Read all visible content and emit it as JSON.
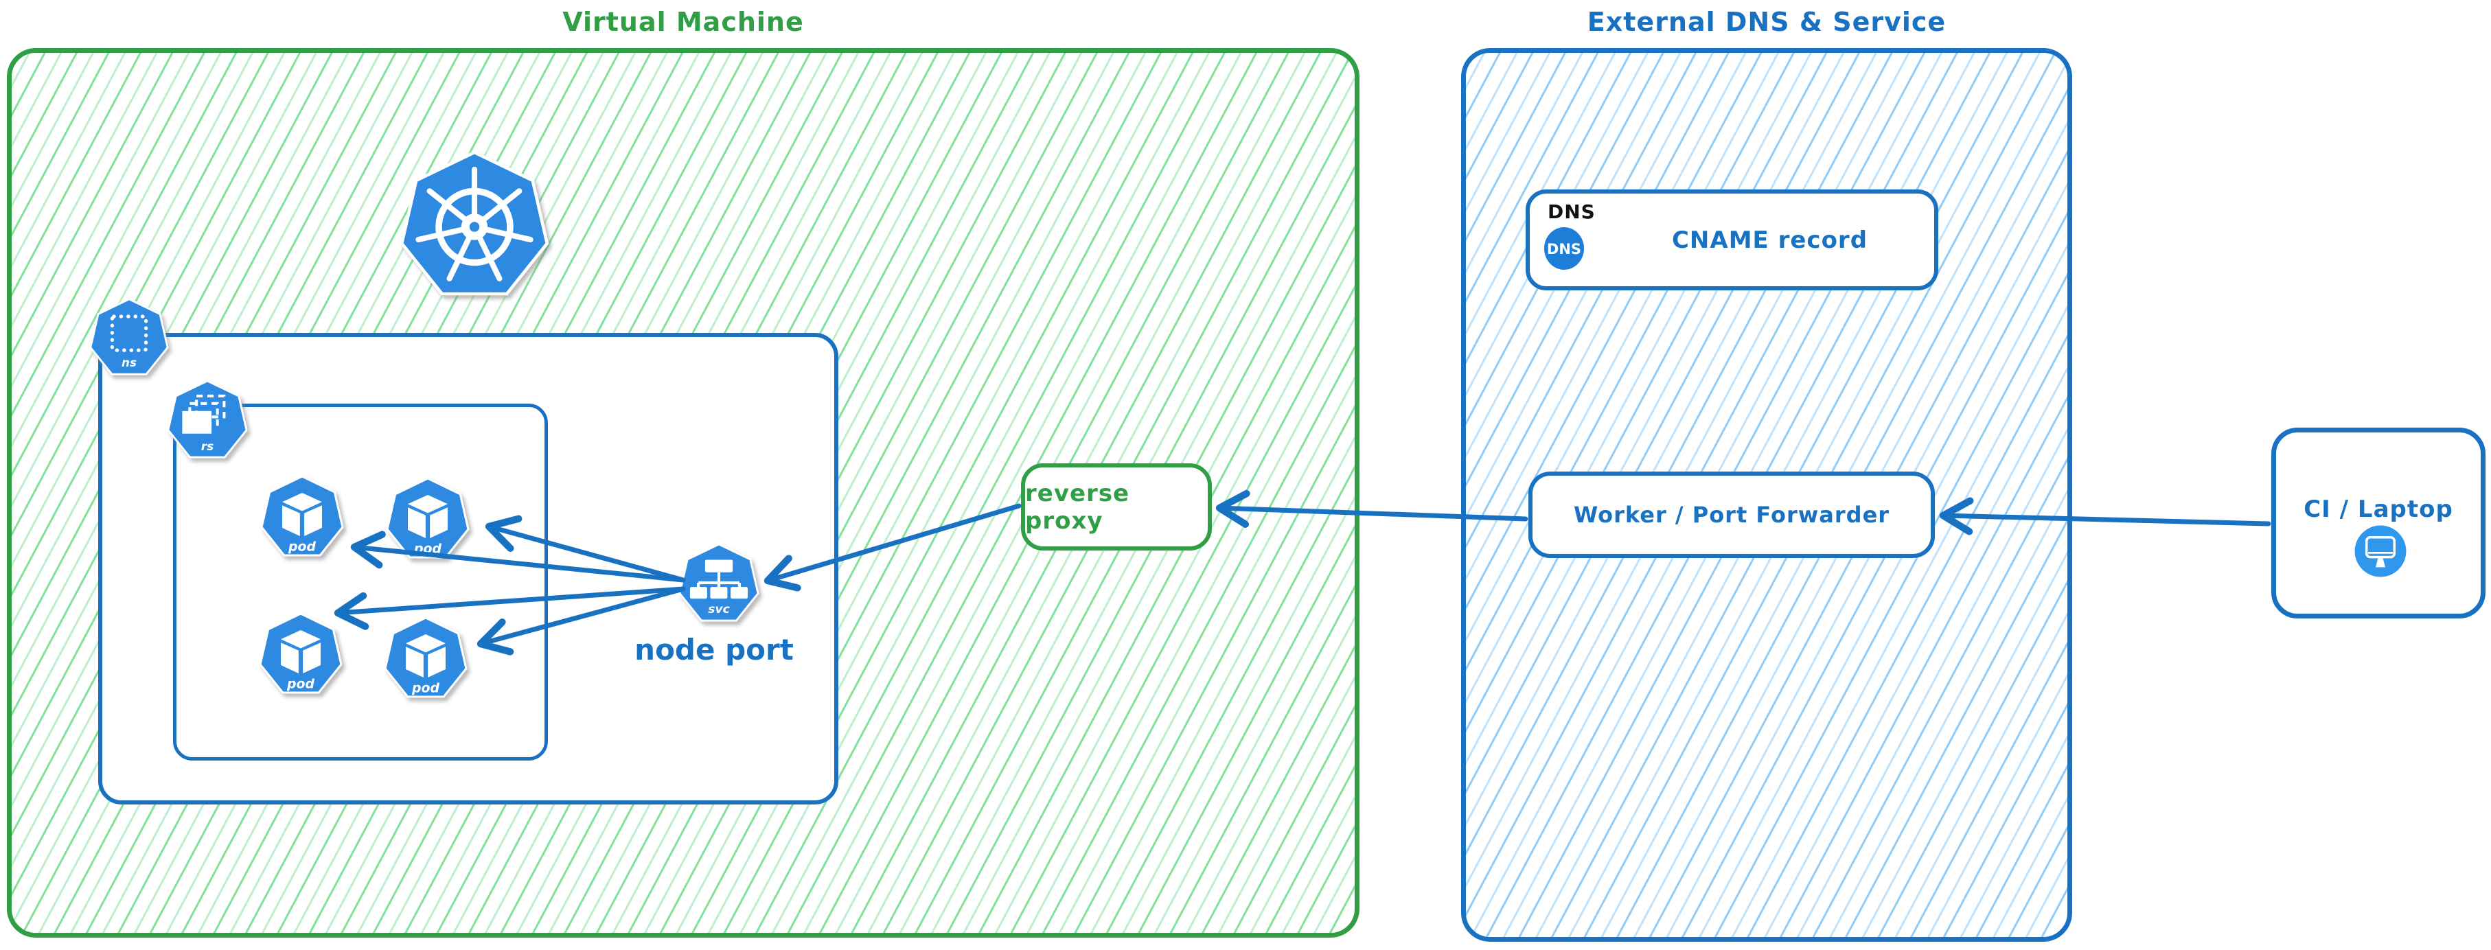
{
  "colors": {
    "green_stroke": "#2f9e44",
    "green_hatch": "#7be096",
    "blue_stroke": "#1971c2",
    "blue_hatch": "#8cc9f8",
    "icon_blue": "#2e89e0",
    "dns_badge_blue": "#1c7ed6",
    "monitor_badge_blue": "#2f97ec"
  },
  "vm": {
    "title": "Virtual Machine",
    "namespace_icon_label": "ns",
    "replicaset_icon_label": "rs",
    "pod_label": "pod",
    "service_icon_label": "svc",
    "node_port_label": "node port",
    "reverse_proxy_label": "reverse proxy"
  },
  "external": {
    "title": "External DNS & Service",
    "dns_group_label": "DNS",
    "dns_badge_label": "DNS",
    "cname_label": "CNAME record",
    "worker_label": "Worker / Port Forwarder"
  },
  "client": {
    "label": "CI / Laptop"
  },
  "icons": {
    "kubernetes": "kubernetes-wheel-logo",
    "namespace": "dotted-square-heptagon",
    "replicaset": "stacked-squares-heptagon",
    "pod": "cube-heptagon",
    "service": "tree-heptagon",
    "dns": "dns-circle-badge",
    "monitor": "monitor-circle-badge"
  }
}
